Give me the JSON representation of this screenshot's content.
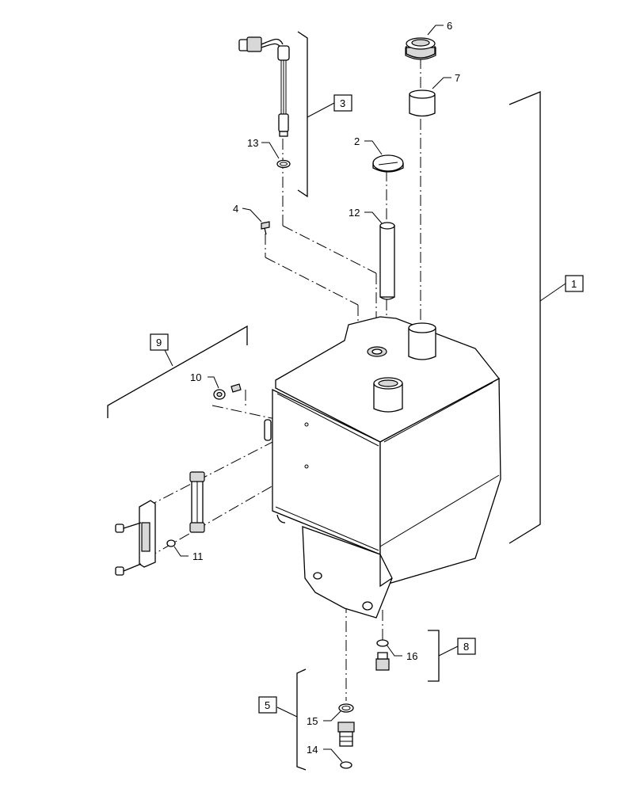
{
  "diagram": {
    "callouts": {
      "c1": "1",
      "c2": "2",
      "c3": "3",
      "c4": "4",
      "c5": "5",
      "c6": "6",
      "c7": "7",
      "c8": "8",
      "c9": "9",
      "c10": "10",
      "c11": "11",
      "c12": "12",
      "c13": "13",
      "c14": "14",
      "c15": "15",
      "c16": "16"
    },
    "boxed_callouts": [
      "1",
      "3",
      "5",
      "8",
      "9"
    ]
  }
}
